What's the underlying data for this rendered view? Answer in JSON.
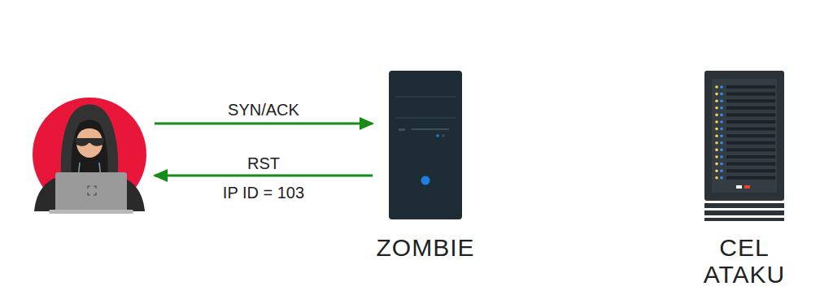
{
  "diagram": {
    "nodes": [
      {
        "text": []
      },
      {
        "text": [
          "ZOMBIE"
        ]
      },
      {
        "text": [
          "CEL ATAKU"
        ]
      }
    ],
    "edges": [
      {
        "from": 0,
        "to": 1,
        "arrow": "to",
        "label": "SYN/ACK"
      },
      {
        "from": 1,
        "to": 0,
        "arrow": "to",
        "label": "RST"
      }
    ],
    "labels": [
      "IP ID = 103"
    ]
  }
}
